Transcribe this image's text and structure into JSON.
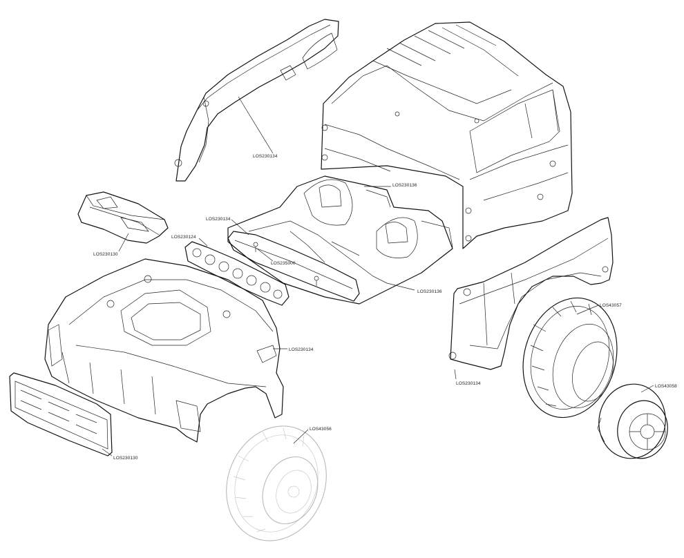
{
  "parts": [
    {
      "id": "p-roof-liner",
      "label": "LOS230134"
    },
    {
      "id": "p-interior-top",
      "label": "LOS230136"
    },
    {
      "id": "p-bumper-bar",
      "label": "LOS230134"
    },
    {
      "id": "p-light-bar",
      "label": "LOS230124"
    },
    {
      "id": "p-screw",
      "label": "LOS235000"
    },
    {
      "id": "p-hood-scoop",
      "label": "LOS230130"
    },
    {
      "id": "p-interior-bottom",
      "label": "LOS230136"
    },
    {
      "id": "p-rear-fender-tire",
      "label": "LOS43057"
    },
    {
      "id": "p-front-body",
      "label": "LOS230134"
    },
    {
      "id": "p-rear-fender",
      "label": "LOS230134"
    },
    {
      "id": "p-wheel",
      "label": "LOS43058"
    },
    {
      "id": "p-front-tire",
      "label": "LOS43056"
    },
    {
      "id": "p-grille",
      "label": "LOS230130"
    }
  ],
  "colors": {
    "line": "#111111",
    "ghost": "#b9b9b9",
    "background": "#ffffff"
  }
}
